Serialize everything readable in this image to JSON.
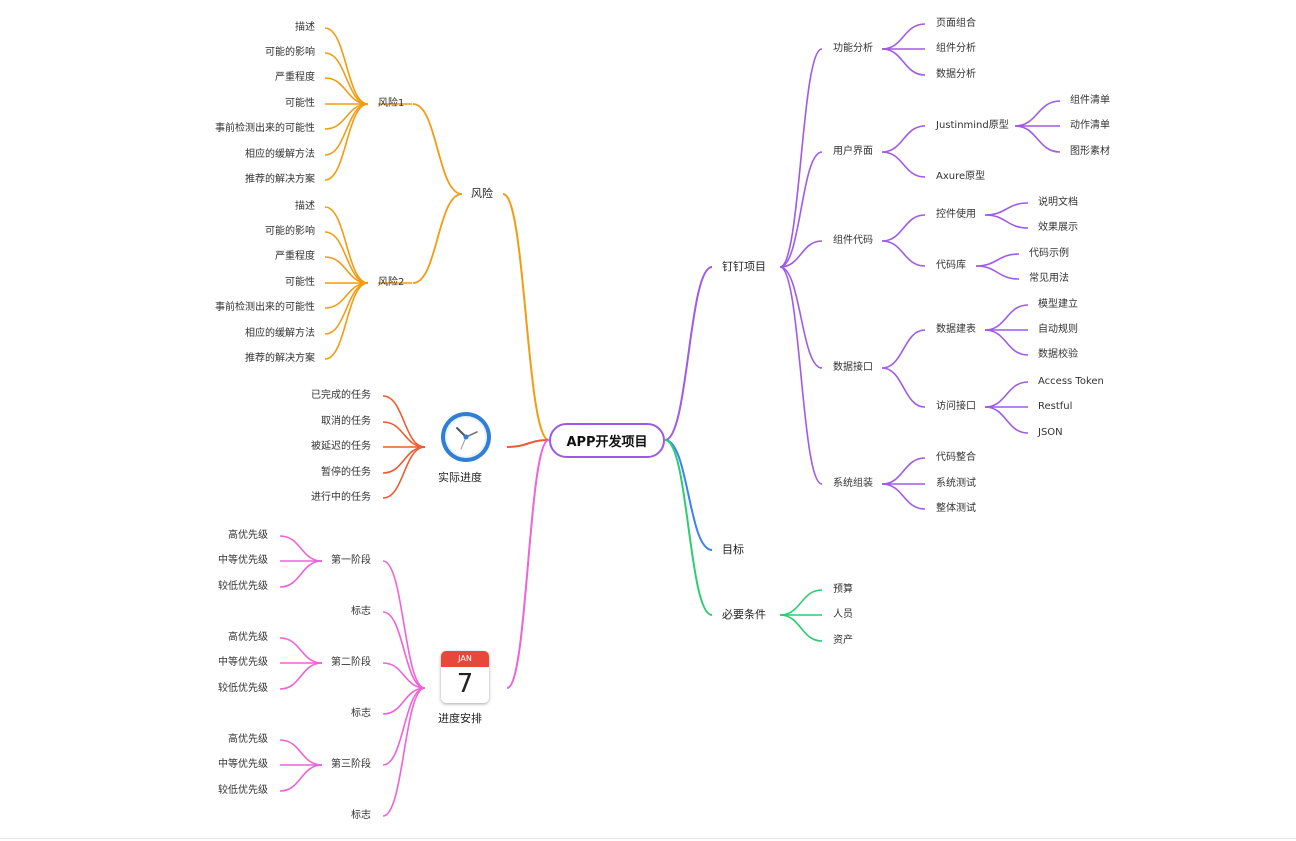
{
  "root": "APP开发项目",
  "colors": {
    "risk": "#f39c12",
    "progress": "#ee5a32",
    "schedule": "#f062d8",
    "dingding": "#a05ae8",
    "goal": "#3b82f6",
    "requirements": "#2ecc71"
  },
  "risk": {
    "label": "风险",
    "r1": {
      "label": "风险1",
      "items": [
        "描述",
        "可能的影响",
        "严重程度",
        "可能性",
        "事前检测出来的可能性",
        "相应的缓解方法",
        "推荐的解决方案"
      ]
    },
    "r2": {
      "label": "风险2",
      "items": [
        "描述",
        "可能的影响",
        "严重程度",
        "可能性",
        "事前检测出来的可能性",
        "相应的缓解方法",
        "推荐的解决方案"
      ]
    }
  },
  "progress": {
    "label": "实际进度",
    "icon": "clock-icon",
    "items": [
      "已完成的任务",
      "取消的任务",
      "被延迟的任务",
      "暂停的任务",
      "进行中的任务"
    ]
  },
  "schedule": {
    "label": "进度安排",
    "icon": "calendar-icon",
    "calendar_month": "JAN",
    "calendar_day": "7",
    "stage1": {
      "label": "第一阶段",
      "items": [
        "高优先级",
        "中等优先级",
        "较低优先级"
      ]
    },
    "mark1": "标志",
    "stage2": {
      "label": "第二阶段",
      "items": [
        "高优先级",
        "中等优先级",
        "较低优先级"
      ]
    },
    "mark2": "标志",
    "stage3": {
      "label": "第三阶段",
      "items": [
        "高优先级",
        "中等优先级",
        "较低优先级"
      ]
    },
    "mark3": "标志"
  },
  "dingding": {
    "label": "钉钉项目",
    "func": {
      "label": "功能分析",
      "items": [
        "页面组合",
        "组件分析",
        "数据分析"
      ]
    },
    "ui": {
      "label": "用户界面",
      "justin": {
        "label": "Justinmind原型",
        "items": [
          "组件清单",
          "动作清单",
          "图形素材"
        ]
      },
      "axure": "Axure原型"
    },
    "code": {
      "label": "组件代码",
      "control": {
        "label": "控件使用",
        "items": [
          "说明文档",
          "效果展示"
        ]
      },
      "lib": {
        "label": "代码库",
        "items": [
          "代码示例",
          "常见用法"
        ]
      }
    },
    "data": {
      "label": "数据接口",
      "table": {
        "label": "数据建表",
        "items": [
          "模型建立",
          "自动规则",
          "数据校验"
        ]
      },
      "access": {
        "label": "访问接口",
        "items": [
          "Access Token",
          "Restful",
          "JSON"
        ]
      }
    },
    "assembly": {
      "label": "系统组装",
      "items": [
        "代码整合",
        "系统测试",
        "整体测试"
      ]
    }
  },
  "goal": {
    "label": "目标"
  },
  "requirements": {
    "label": "必要条件",
    "items": [
      "预算",
      "人员",
      "资产"
    ]
  }
}
